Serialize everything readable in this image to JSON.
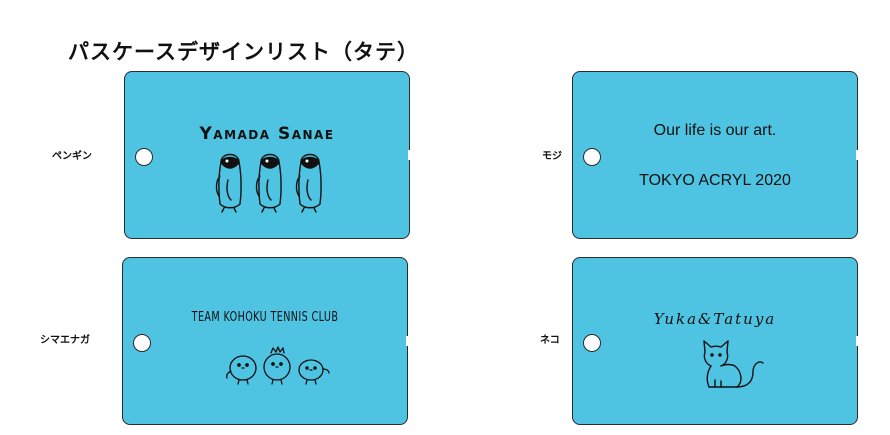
{
  "page": {
    "title": "パスケースデザインリスト（タテ）"
  },
  "colors": {
    "card": "#4ec3e2",
    "ink": "#111111",
    "outline": "#2b2b2b"
  },
  "cards": [
    {
      "label": "ペンギン",
      "lines": [
        "Yamada Sanae"
      ],
      "icon": "penguins-icon"
    },
    {
      "label": "モジ",
      "lines": [
        "Our life is our art.",
        "TOKYO ACRYL 2020"
      ],
      "icon": ""
    },
    {
      "label": "シマエナガ",
      "lines": [
        "TEAM KOHOKU TENNIS CLUB"
      ],
      "icon": "long-tailed-tits-icon"
    },
    {
      "label": "ネコ",
      "lines": [
        "Yuka&Tatuya"
      ],
      "icon": "cat-icon"
    }
  ]
}
